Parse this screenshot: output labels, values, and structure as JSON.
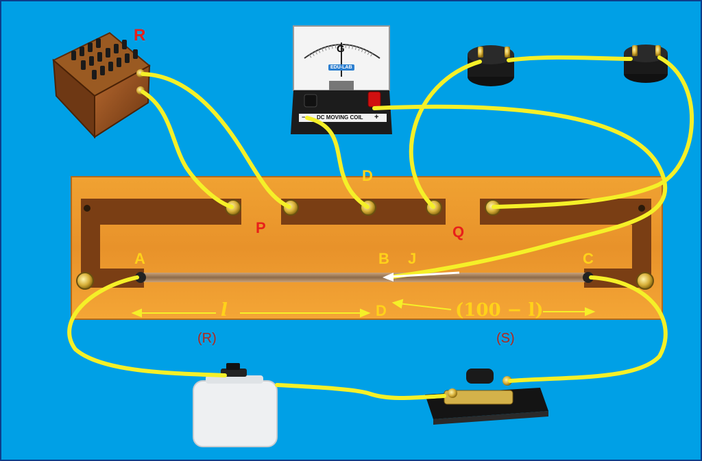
{
  "labels": {
    "resistance_box": "R",
    "galvanometer_dial": "G",
    "galvanometer_brand": "EDU-LAB",
    "galvanometer_caption": "DC MOVING COIL",
    "galvanometer_minus": "−",
    "galvanometer_plus": "+",
    "terminal_d": "D",
    "point_p": "P",
    "point_q": "Q",
    "end_a": "A",
    "point_b": "B",
    "jockey_j": "J",
    "end_c": "C",
    "point_d": "D",
    "length_l": "l",
    "length_rest": "(100 − l)",
    "arm_r": "(R)",
    "arm_s": "(S)"
  },
  "colors": {
    "background": "#00a0e6",
    "wire": "#f5f028",
    "board": "#e89428",
    "strip": "#7a3e14",
    "label_yellow": "#ffd21a",
    "label_red": "#e8201a",
    "label_brown": "#b4271a"
  }
}
